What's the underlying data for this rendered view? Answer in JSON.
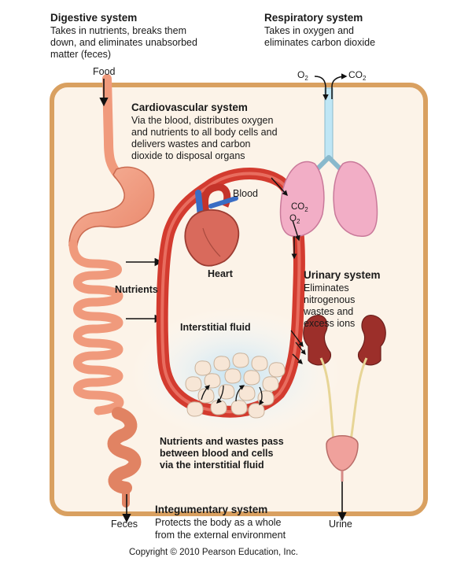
{
  "digestive": {
    "title": "Digestive system",
    "desc": [
      "Takes in nutrients, breaks them",
      "down, and eliminates unabsorbed",
      "matter (feces)"
    ],
    "food": "Food",
    "feces": "Feces",
    "nutrients": "Nutrients"
  },
  "respiratory": {
    "title": "Respiratory system",
    "desc": [
      "Takes in oxygen and",
      "eliminates carbon dioxide"
    ],
    "o2": "O",
    "co2": "CO",
    "sub2": "2"
  },
  "cardiovascular": {
    "title": "Cardiovascular system",
    "desc": [
      "Via the blood, distributes oxygen",
      "and nutrients to all body cells and",
      "delivers wastes and carbon",
      "dioxide to disposal organs"
    ],
    "blood": "Blood",
    "heart": "Heart",
    "interstitial": "Interstitial fluid",
    "lung_co2": "CO",
    "lung_o2": "O"
  },
  "urinary": {
    "title": "Urinary system",
    "desc": [
      "Eliminates",
      "nitrogenous",
      "wastes and",
      "excess ions"
    ],
    "urine": "Urine"
  },
  "exchange": {
    "desc": [
      "Nutrients and wastes pass",
      "between blood and cells",
      "via the interstitial fluid"
    ]
  },
  "integumentary": {
    "title": "Integumentary system",
    "desc": [
      "Protects the body as a whole",
      "from the external environment"
    ]
  },
  "copyright": "Copyright © 2010 Pearson Education, Inc.",
  "colors": {
    "skin_border": "#d9a060",
    "skin_fill": "#fcf3e8",
    "vessel": "#d33b2f",
    "gut": "#f09a7c",
    "lung": "#f2aec6",
    "kidney": "#9c2f2a",
    "fluid": "#c9e6f5"
  }
}
